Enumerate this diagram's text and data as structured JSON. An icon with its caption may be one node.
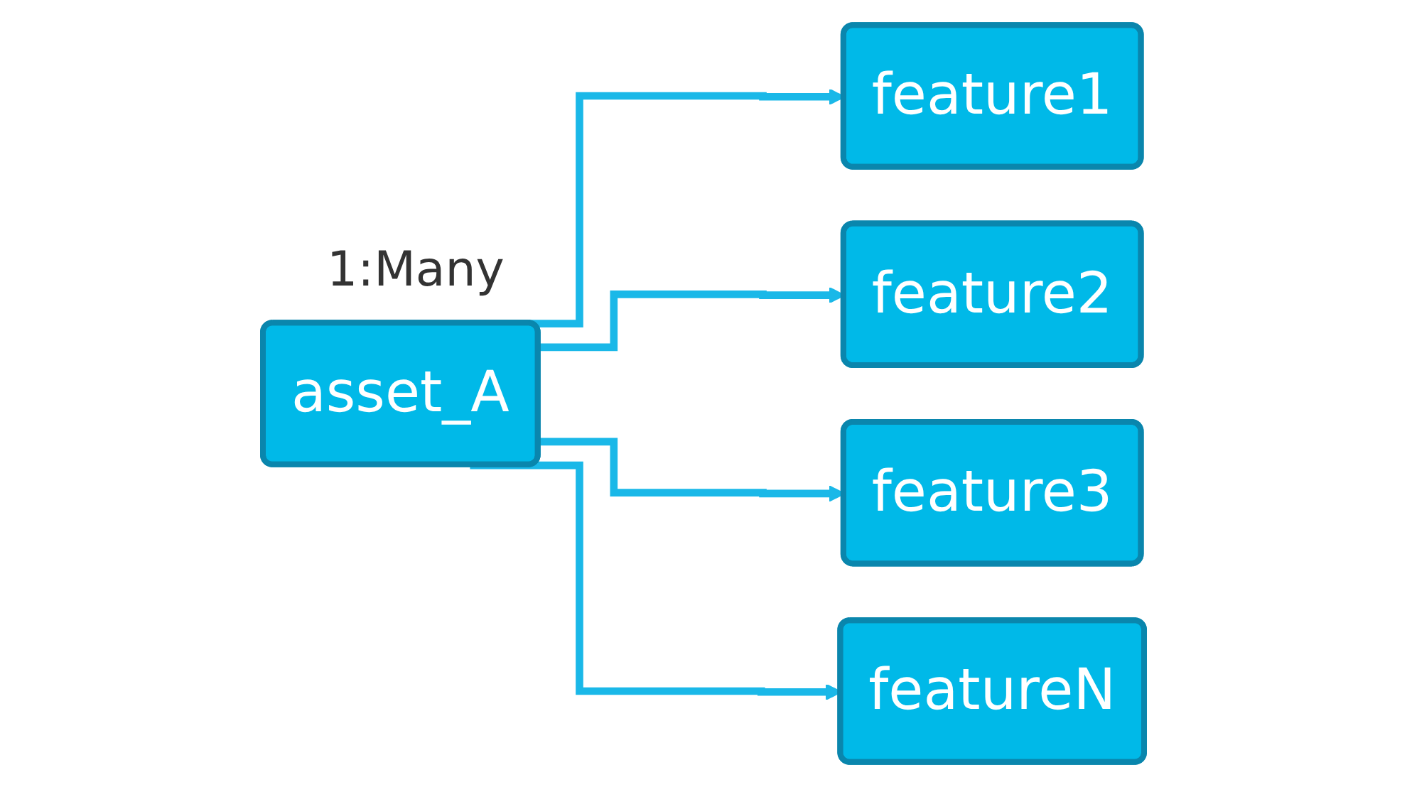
{
  "diagram": {
    "nodes": [
      {
        "text": [
          "asset_A"
        ]
      },
      {
        "text": [
          "feature1"
        ]
      },
      {
        "text": [
          "feature2"
        ]
      },
      {
        "text": [
          "feature3"
        ]
      },
      {
        "text": [
          "featureN"
        ]
      }
    ],
    "edges": [
      {
        "from": 0,
        "to": 1,
        "arrow": "to"
      },
      {
        "from": 0,
        "to": 2,
        "arrow": "to"
      },
      {
        "from": 0,
        "to": 3,
        "arrow": "to"
      },
      {
        "from": 0,
        "to": 4,
        "arrow": "to"
      }
    ],
    "labels": [
      "1:Many"
    ]
  }
}
